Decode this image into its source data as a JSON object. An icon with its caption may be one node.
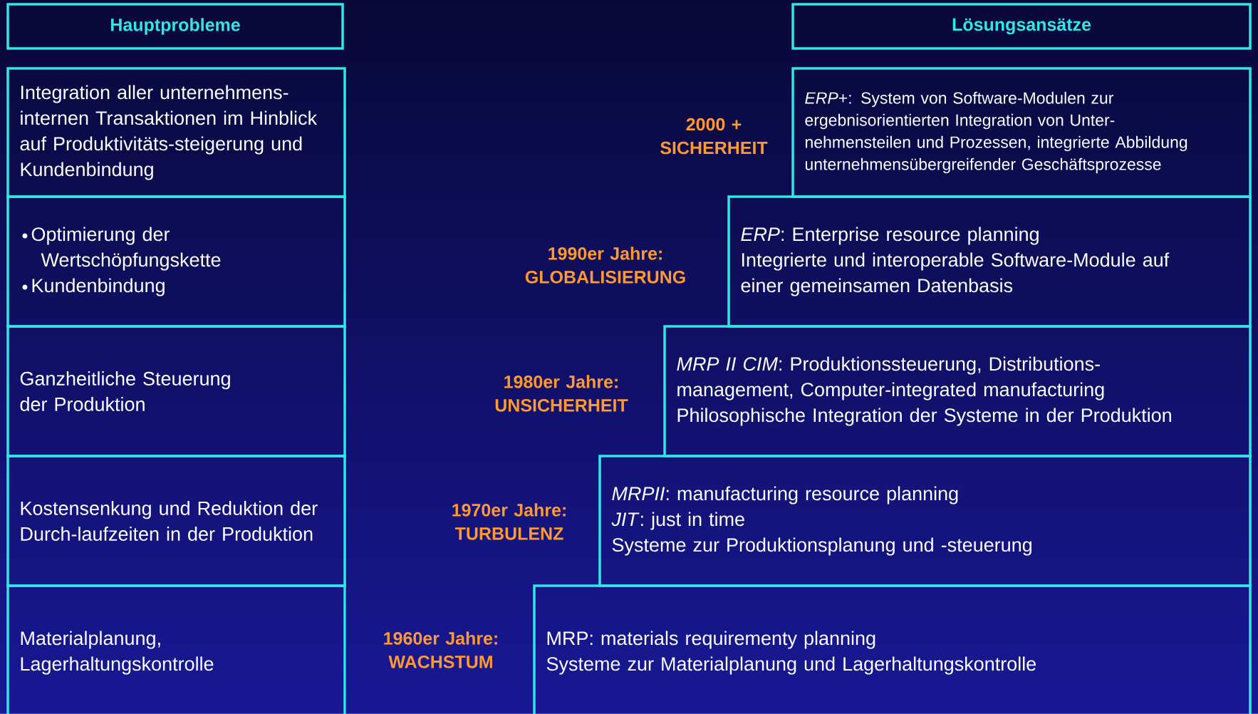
{
  "diagram": {
    "nodes": [
      {
        "text": [
          "Hauptprobleme"
        ]
      },
      {
        "text": [
          "Lösungsansätze"
        ]
      },
      {
        "text": [
          "Integration aller unternehmens-internen Transaktionen im Hinblick auf Produktivitäts-steigerung und Kundenbindung"
        ]
      },
      {
        "text": [
          "*ERP*+: System von Software-Modulen zur ergebnisorientierten Integration von Unter-nehmensteilen und Prozessen, integrierte Abbildung unternehmensübergreifender Geschäftsprozesse"
        ]
      },
      {
        "text": [
          "Optimierung der Wertschöpfungskette",
          "Kundenbindung"
        ]
      },
      {
        "text": [
          "*ERP*: Enterprise resource planning",
          "Integrierte und interoperable Software-Module auf einer gemeinsamen Datenbasis"
        ]
      },
      {
        "text": [
          "Ganzheitliche Steuerung der Produktion"
        ]
      },
      {
        "text": [
          "*MRP II CIM*: Produktionssteuerung, Distributions-management, Computer-integrated manufacturing",
          "Philosophische Integration der Systeme in der Produktion"
        ]
      },
      {
        "text": [
          "Kostensenkung und Reduktion der Durch-laufzeiten in der Produktion"
        ]
      },
      {
        "text": [
          "*MRPII*: manufacturing resource planning",
          "*JIT*: just in time",
          "Systeme zur Produktionsplanung und -steuerung"
        ]
      },
      {
        "text": [
          "Materialplanung, Lagerhaltungskontrolle"
        ]
      },
      {
        "text": [
          "MRP: materials requirementy planning",
          "Systeme zur Materialplanung und Lagerhaltungskontrolle"
        ]
      }
    ],
    "labels": [
      "2000 + SICHERHEIT",
      "1990er Jahre: GLOBALISIERUNG",
      "1980er Jahre: UNSICHERHEIT",
      "1970er Jahre: TURBULENZ",
      "1960er Jahre: WACHSTUM"
    ]
  }
}
